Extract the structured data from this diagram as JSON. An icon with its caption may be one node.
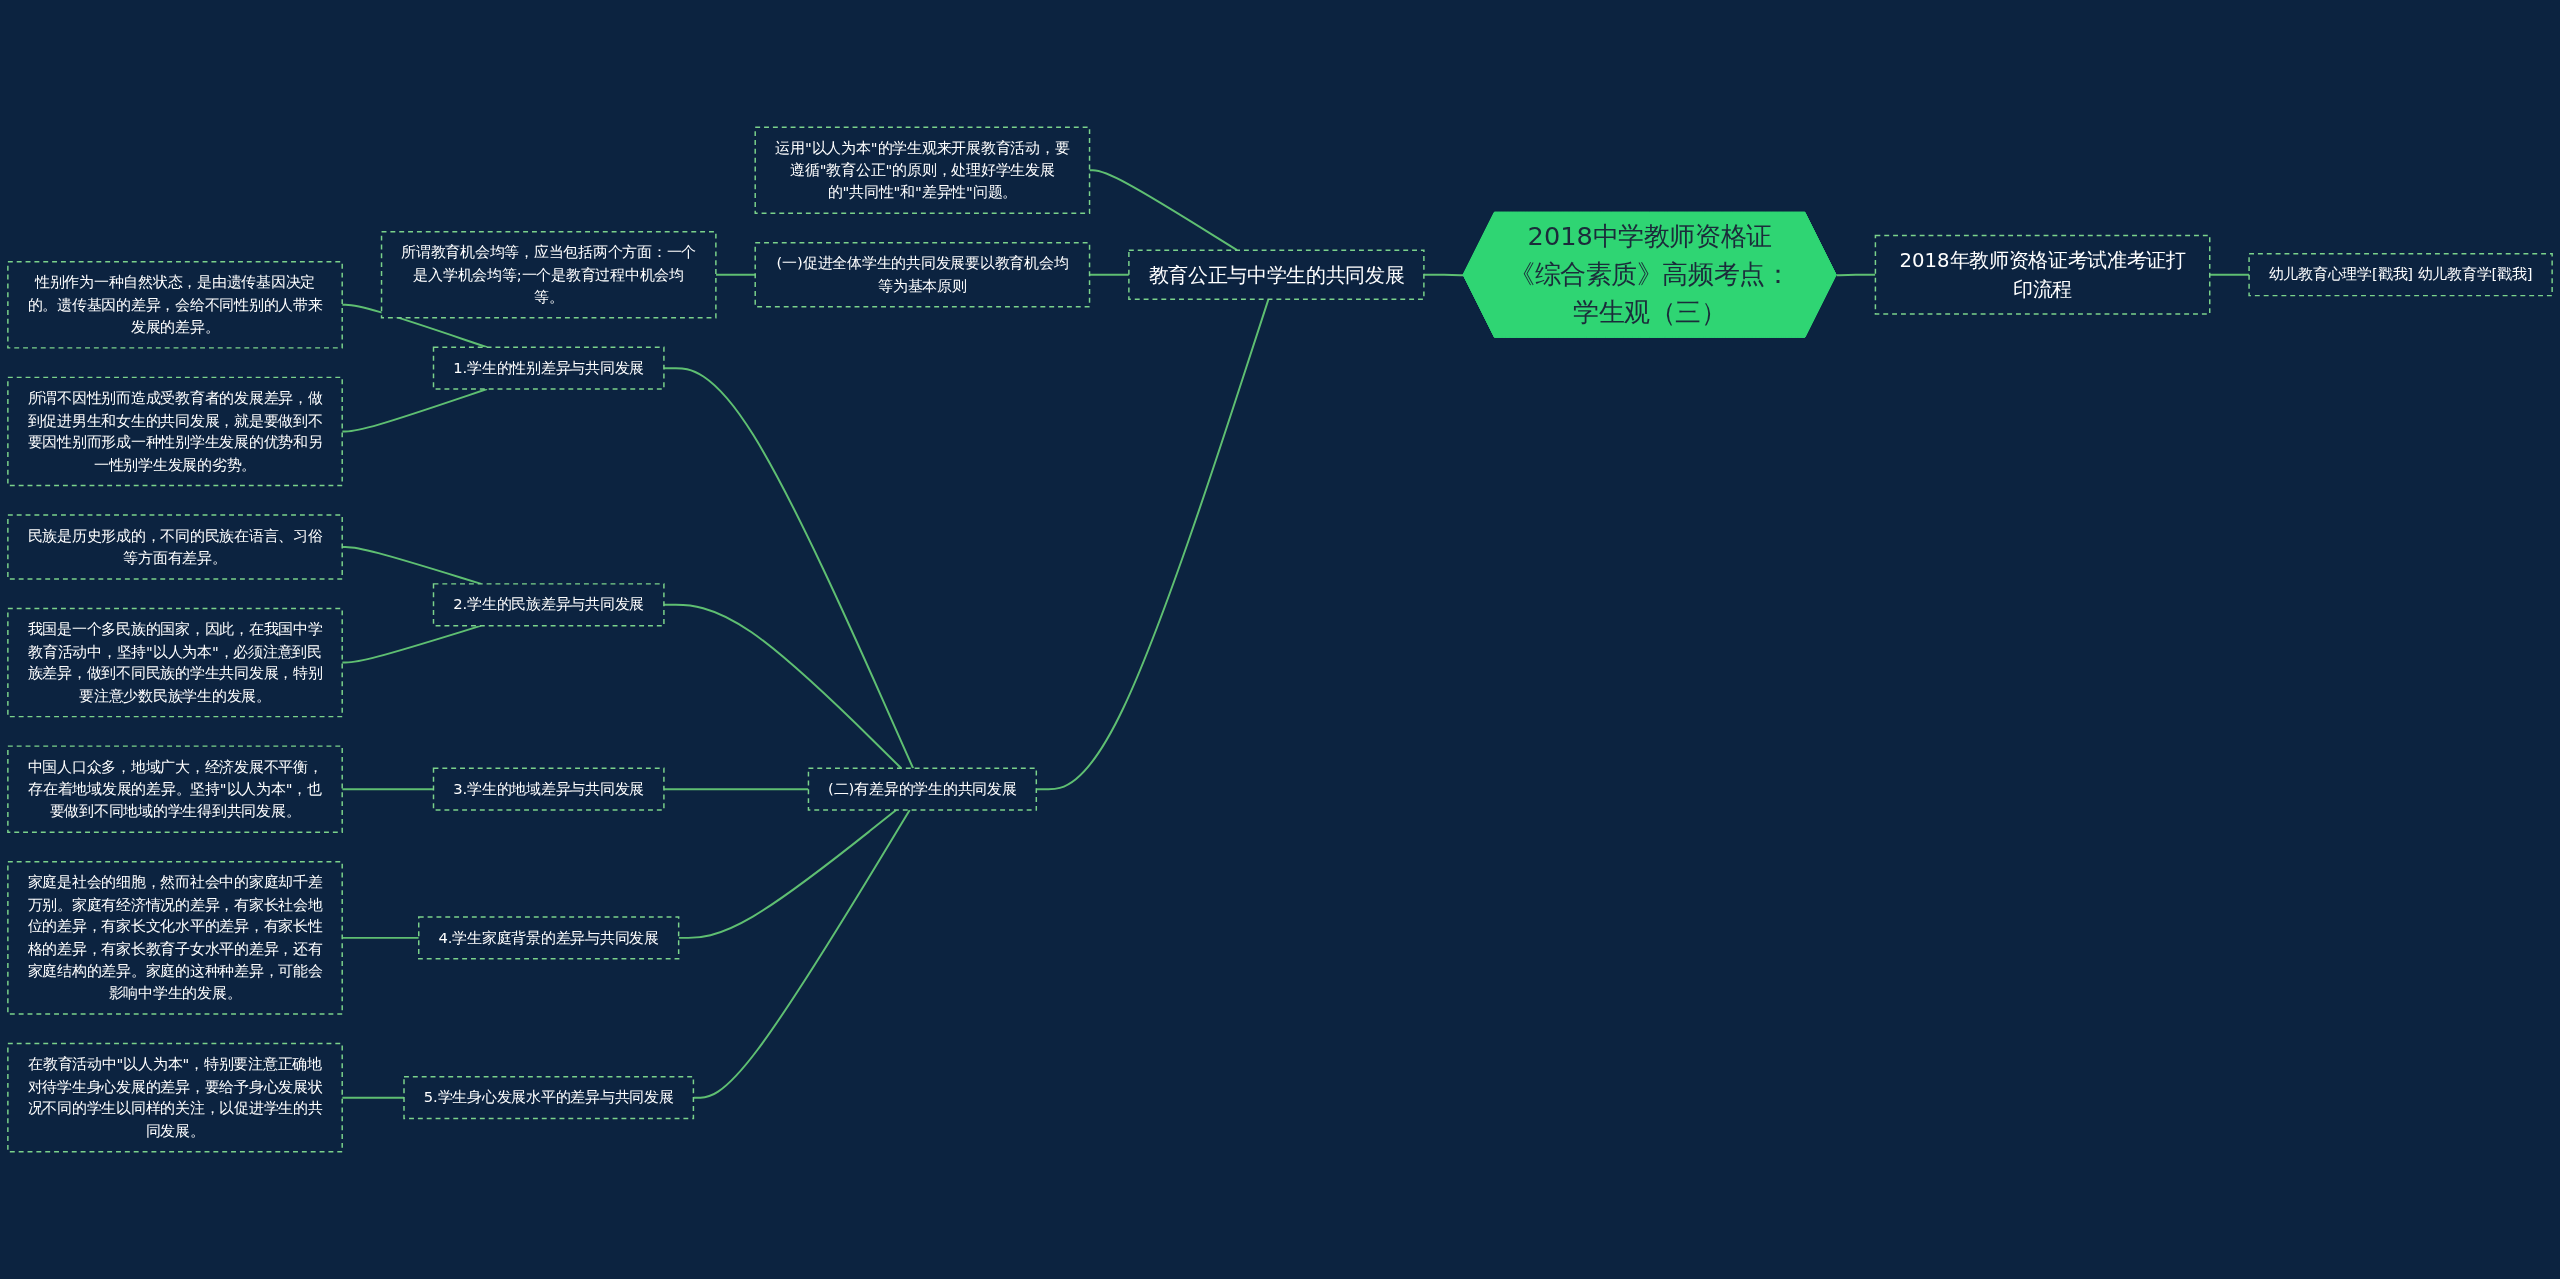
{
  "diagram": {
    "nodes": [
      {
        "text": [
          "2018中学教师资格证《综合素质》高频考点：学生观（三）"
        ]
      },
      {
        "text": [
          "教育公正与中学生的共同发展"
        ]
      },
      {
        "text": [
          "运用\"以人为本\"的学生观来开展教育活动，要遵循\"教育公正\"的原则，处理好学生发展的\"共同性\"和\"差异性\"问题。"
        ]
      },
      {
        "text": [
          "(一)促进全体学生的共同发展要以教育机会均等为基本原则"
        ]
      },
      {
        "text": [
          "所谓教育机会均等，应当包括两个方面：一个是入学机会均等;一个是教育过程中机会均等。"
        ]
      },
      {
        "text": [
          "(二)有差异的学生的共同发展"
        ]
      },
      {
        "text": [
          "1.学生的性别差异与共同发展"
        ]
      },
      {
        "text": [
          "性别作为一种自然状态，是由遗传基因决定的。遗传基因的差异，会给不同性别的人带来发展的差异。"
        ]
      },
      {
        "text": [
          "所谓不因性别而造成受教育者的发展差异，做到促进男生和女生的共同发展，就是要做到不要因性别而形成一种性别学生发展的优势和另一性别学生发展的劣势。"
        ]
      },
      {
        "text": [
          "2.学生的民族差异与共同发展"
        ]
      },
      {
        "text": [
          "民族是历史形成的，不同的民族在语言、习俗等方面有差异。"
        ]
      },
      {
        "text": [
          "我国是一个多民族的国家，因此，在我国中学教育活动中，坚持\"以人为本\"，必须注意到民族差异，做到不同民族的学生共同发展，特别要注意少数民族学生的发展。"
        ]
      },
      {
        "text": [
          "3.学生的地域差异与共同发展"
        ]
      },
      {
        "text": [
          "中国人口众多，地域广大，经济发展不平衡，存在着地域发展的差异。坚持\"以人为本\"，也要做到不同地域的学生得到共同发展。"
        ]
      },
      {
        "text": [
          "4.学生家庭背景的差异与共同发展"
        ]
      },
      {
        "text": [
          "家庭是社会的细胞，然而社会中的家庭却千差万别。家庭有经济情况的差异，有家长社会地位的差异，有家长文化水平的差异，有家长性格的差异，有家长教育子女水平的差异，还有家庭结构的差异。家庭的这种种差异，可能会影响中学生的发展。"
        ]
      },
      {
        "text": [
          "5.学生身心发展水平的差异与共同发展"
        ]
      },
      {
        "text": [
          "在教育活动中\"以人为本\"，特别要注意正确地对待学生身心发展的差异，要给予身心发展状况不同的学生以同样的关注，以促进学生的共同发展。"
        ]
      },
      {
        "text": [
          "2018年教师资格证考试准考证打印流程"
        ]
      },
      {
        "text": [
          "幼儿教育心理学[戳我] 幼儿教育学[戳我]"
        ]
      }
    ],
    "edges": [
      {
        "from": 0,
        "to": 1,
        "arrow": "none"
      },
      {
        "from": 1,
        "to": 2,
        "arrow": "none"
      },
      {
        "from": 1,
        "to": 3,
        "arrow": "none"
      },
      {
        "from": 3,
        "to": 4,
        "arrow": "none"
      },
      {
        "from": 1,
        "to": 5,
        "arrow": "none"
      },
      {
        "from": 5,
        "to": 6,
        "arrow": "none"
      },
      {
        "from": 6,
        "to": 7,
        "arrow": "none"
      },
      {
        "from": 6,
        "to": 8,
        "arrow": "none"
      },
      {
        "from": 5,
        "to": 9,
        "arrow": "none"
      },
      {
        "from": 9,
        "to": 10,
        "arrow": "none"
      },
      {
        "from": 9,
        "to": 11,
        "arrow": "none"
      },
      {
        "from": 5,
        "to": 12,
        "arrow": "none"
      },
      {
        "from": 12,
        "to": 13,
        "arrow": "none"
      },
      {
        "from": 5,
        "to": 14,
        "arrow": "none"
      },
      {
        "from": 14,
        "to": 15,
        "arrow": "none"
      },
      {
        "from": 5,
        "to": 16,
        "arrow": "none"
      },
      {
        "from": 16,
        "to": 17,
        "arrow": "none"
      },
      {
        "from": 18,
        "to": 0,
        "arrow": "none"
      },
      {
        "from": 19,
        "to": 18,
        "arrow": "none"
      }
    ]
  }
}
